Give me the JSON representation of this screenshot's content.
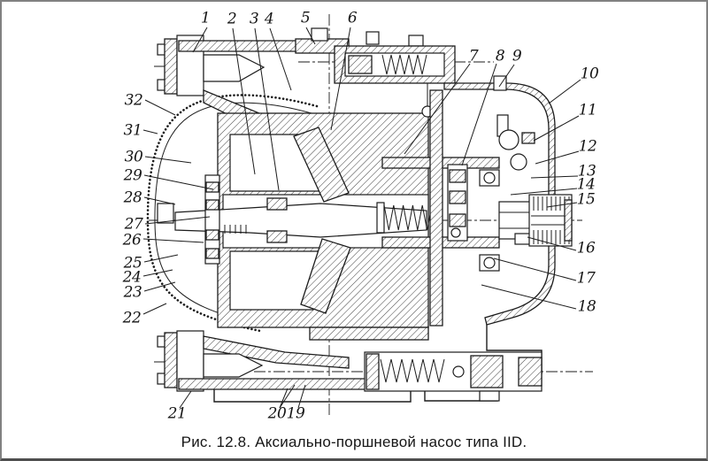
{
  "figure": {
    "caption": "Рис. 12.8. Аксиально-поршневой насос типа IID."
  },
  "colors": {
    "ink": "#1c1c1c",
    "frame_border": "#818181",
    "frame_border_bottom": "#4e4e4e",
    "background": "#ffffff"
  },
  "callouts": [
    "1",
    "2",
    "3",
    "4",
    "5",
    "6",
    "7",
    "8",
    "9",
    "10",
    "11",
    "12",
    "13",
    "14",
    "15",
    "16",
    "17",
    "18",
    "19",
    "20",
    "21",
    "22",
    "23",
    "24",
    "25",
    "26",
    "27",
    "28",
    "29",
    "30",
    "31",
    "32"
  ]
}
